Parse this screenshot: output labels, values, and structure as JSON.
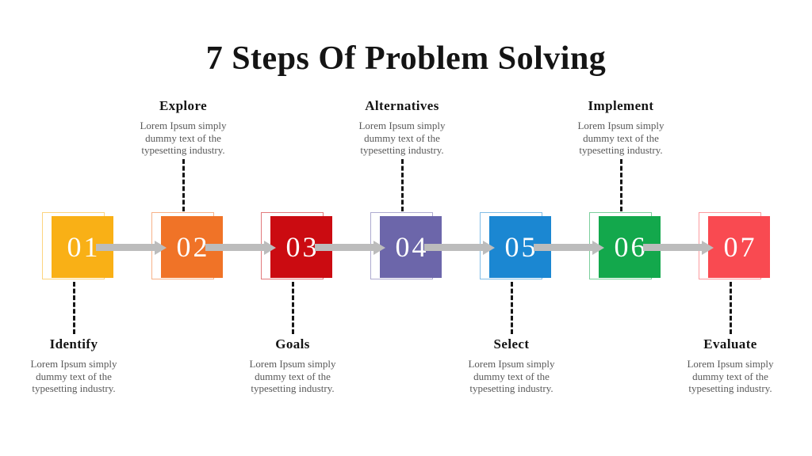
{
  "title": "7 Steps Of Problem Solving",
  "colors": {
    "arrow": "#BCBCBC",
    "connector": "#151515",
    "heading": "#141414",
    "body_text": "#595959"
  },
  "steps": [
    {
      "number": "01",
      "label": "Identify",
      "label_position": "bottom",
      "fill_color": "#F9B016",
      "outline_color": "#FCD47F",
      "description": "Lorem Ipsum simply dummy text of the typesetting industry."
    },
    {
      "number": "02",
      "label": "Explore",
      "label_position": "top",
      "fill_color": "#F07327",
      "outline_color": "#F7B288",
      "description": "Lorem Ipsum simply dummy text of the typesetting industry."
    },
    {
      "number": "03",
      "label": "Goals",
      "label_position": "bottom",
      "fill_color": "#CB0B11",
      "outline_color": "#E27A7C",
      "description": "Lorem Ipsum simply dummy text of the typesetting industry."
    },
    {
      "number": "04",
      "label": "Alternatives",
      "label_position": "top",
      "fill_color": "#6C66AA",
      "outline_color": "#AEABD0",
      "description": "Lorem Ipsum simply dummy text of the typesetting industry."
    },
    {
      "number": "05",
      "label": "Select",
      "label_position": "bottom",
      "fill_color": "#1B87D2",
      "outline_color": "#82BDE6",
      "description": "Lorem Ipsum simply dummy text of the typesetting industry."
    },
    {
      "number": "06",
      "label": "Implement",
      "label_position": "top",
      "fill_color": "#13A84C",
      "outline_color": "#7DCF9D",
      "description": "Lorem Ipsum simply dummy text of the typesetting industry."
    },
    {
      "number": "07",
      "label": "Evaluate",
      "label_position": "bottom",
      "fill_color": "#F94A51",
      "outline_color": "#FC9B9F",
      "description": "Lorem Ipsum simply dummy text of the typesetting industry."
    }
  ]
}
